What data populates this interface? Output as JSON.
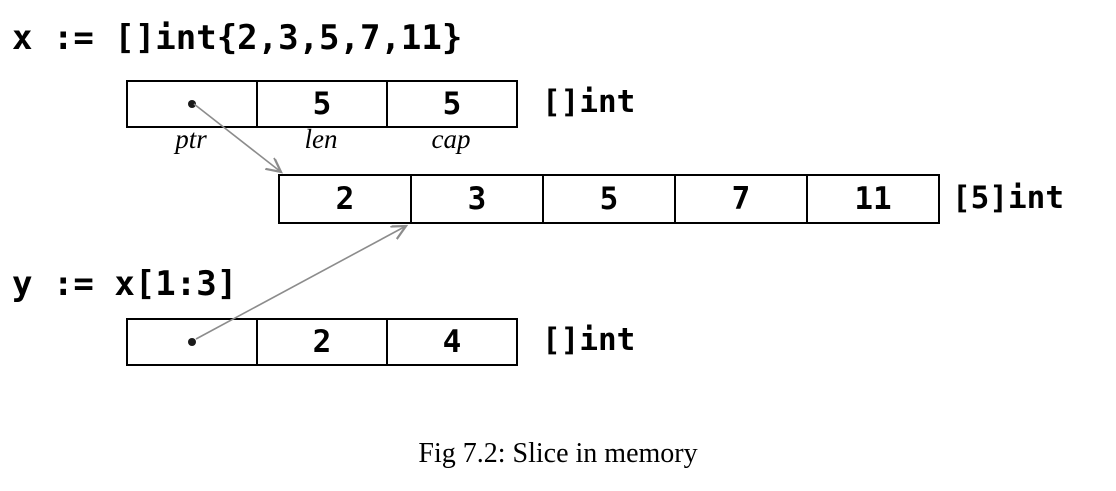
{
  "figure": {
    "caption": "Fig 7.2: Slice in memory"
  },
  "code": {
    "x_declaration": "x := []int{2,3,5,7,11}",
    "y_declaration": "y := x[1:3]"
  },
  "slice_x": {
    "len": "5",
    "cap": "5",
    "type_label": "[]int",
    "field_labels": [
      "ptr",
      "len",
      "cap"
    ]
  },
  "array": {
    "values": [
      "2",
      "3",
      "5",
      "7",
      "11"
    ],
    "type_label": "[5]int"
  },
  "slice_y": {
    "len": "2",
    "cap": "4",
    "type_label": "[]int"
  },
  "colors": {
    "border": "#000000",
    "arrow": "#8c8c8c",
    "background": "#ffffff"
  }
}
